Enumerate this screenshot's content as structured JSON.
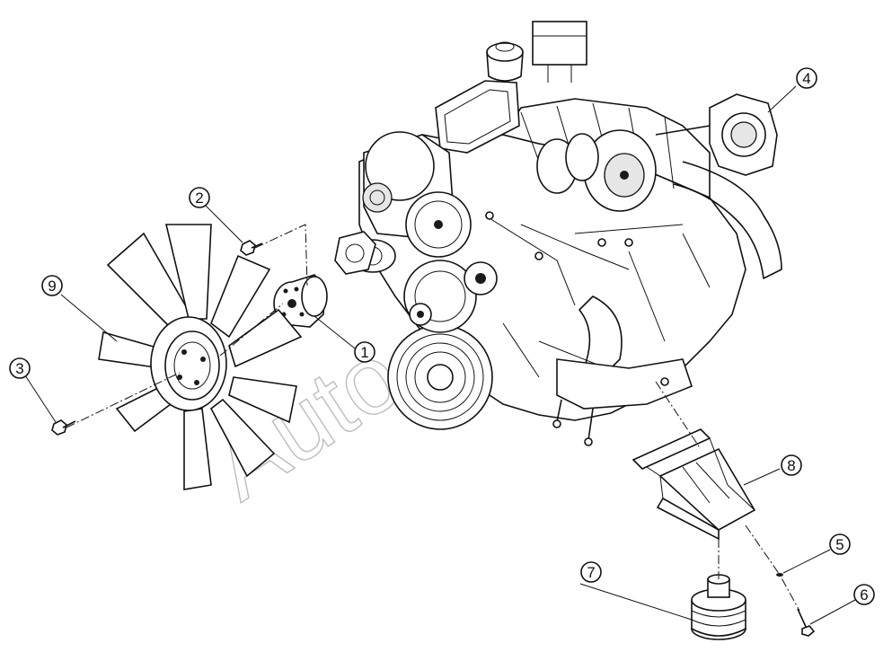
{
  "watermark": "Auto",
  "callouts": [
    {
      "id": "callout-1",
      "label": "1"
    },
    {
      "id": "callout-2",
      "label": "2"
    },
    {
      "id": "callout-3",
      "label": "3"
    },
    {
      "id": "callout-4",
      "label": "4"
    },
    {
      "id": "callout-5",
      "label": "5"
    },
    {
      "id": "callout-6",
      "label": "6"
    },
    {
      "id": "callout-7",
      "label": "7"
    },
    {
      "id": "callout-8",
      "label": "8"
    },
    {
      "id": "callout-9",
      "label": "9"
    }
  ],
  "parts": {
    "engine": "engine-assembly-icon",
    "fan": "cooling-fan-icon",
    "fan_spacer": "fan-spacer-hub-icon",
    "bolt_2": "hex-bolt-icon",
    "bolt_3": "hex-bolt-icon",
    "throttle_body": "throttle-body-icon",
    "washer_5": "washer-icon",
    "bolt_6": "hex-bolt-icon",
    "mount_7": "rubber-engine-mount-icon",
    "bracket_8": "engine-mount-bracket-icon"
  }
}
